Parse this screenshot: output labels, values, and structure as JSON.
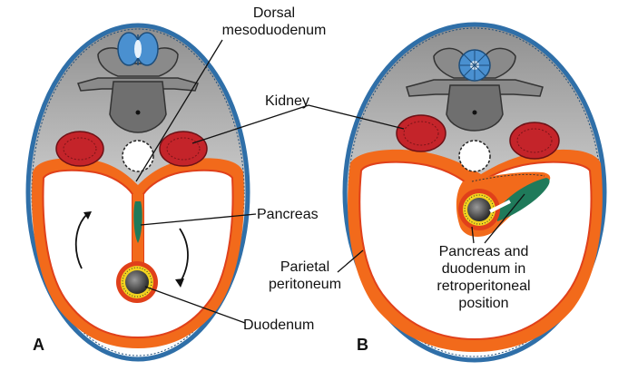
{
  "labels": {
    "dorsal_mesoduodenum_1": "Dorsal",
    "dorsal_mesoduodenum_2": "mesoduodenum",
    "kidney": "Kidney",
    "pancreas": "Pancreas",
    "parietal_peritoneum_1": "Parietal",
    "parietal_peritoneum_2": "peritoneum",
    "duodenum": "Duodenum",
    "retro_1": "Pancreas and",
    "retro_2": "duodenum in",
    "retro_3": "retroperitoneal",
    "retro_4": "position"
  },
  "panels": {
    "a": "A",
    "b": "B"
  },
  "colors": {
    "body_outline": "#2f6fa8",
    "peritoneum_outer": "#f26a1b",
    "peritoneum_inner": "#e0401a",
    "kidney": "#c4242a",
    "pancreas": "#1f7a5a",
    "duodenum_ring": "#f2d21f",
    "vertebra": "#8a8a8a",
    "spinal_cord": "#4a90d0",
    "shading": "#b8b8b8"
  }
}
